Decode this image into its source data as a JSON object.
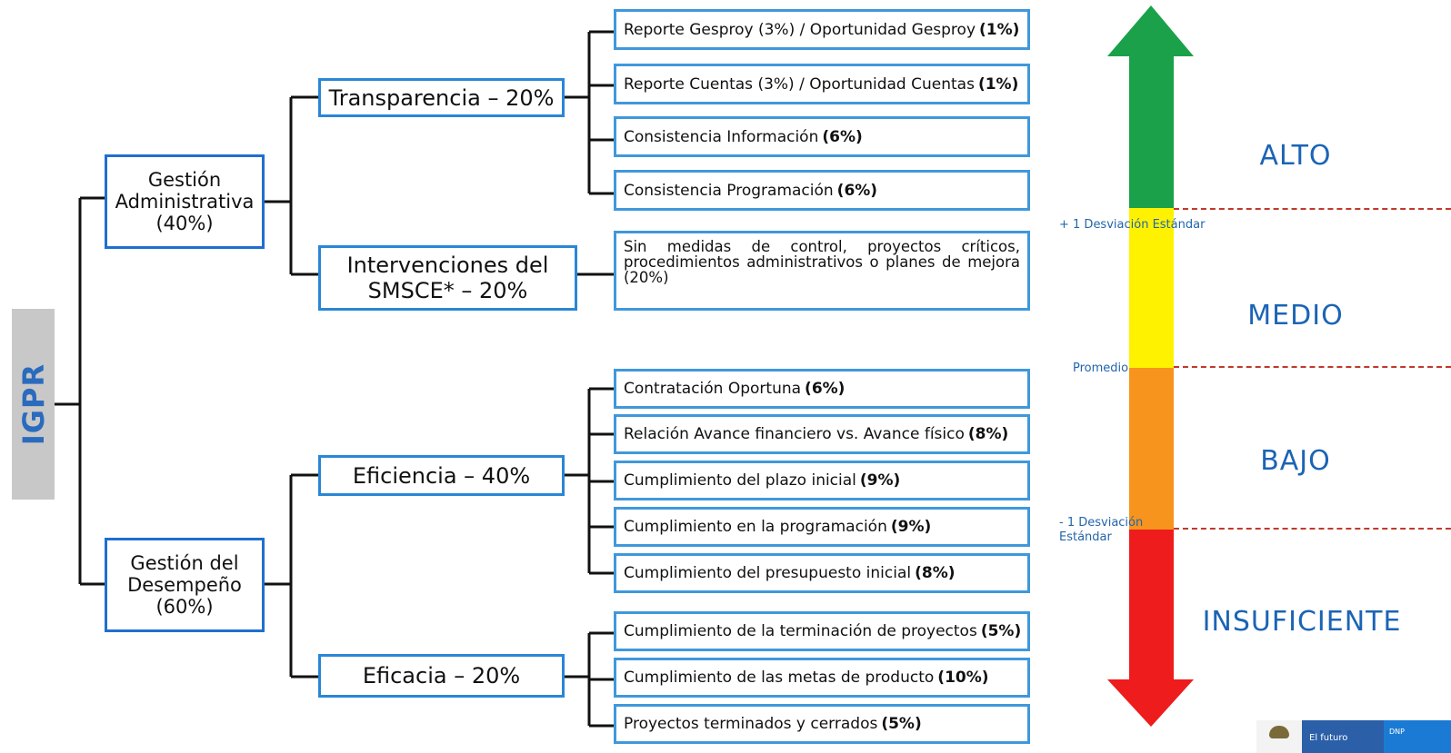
{
  "root": {
    "label": "IGPR"
  },
  "level1": [
    {
      "label": "Gestión\nAdministrativa\n(40%)"
    },
    {
      "label": "Gestión del\nDesempeño\n(60%)"
    }
  ],
  "level2": [
    {
      "label": "Transparencia – 20%"
    },
    {
      "label": "Intervenciones del\nSMSCE* – 20%"
    },
    {
      "label": "Eficiencia – 40%"
    },
    {
      "label": "Eficacia – 20%"
    }
  ],
  "leaves": [
    {
      "text": "Reporte Gesproy (3%)  / Oportunidad Gesproy",
      "bold": "(1%)"
    },
    {
      "text": "Reporte Cuentas (3%) / Oportunidad Cuentas",
      "bold": "(1%)"
    },
    {
      "text": "Consistencia Información",
      "bold": "(6%)"
    },
    {
      "text": "Consistencia Programación",
      "bold": "(6%)"
    },
    {
      "text": "Sin medidas de control, proyectos críticos, procedimientos administrativos o planes de mejora (20%)",
      "bold": ""
    },
    {
      "text": "Contratación Oportuna",
      "bold": "(6%)"
    },
    {
      "text": "Relación Avance financiero vs. Avance físico",
      "bold": "(8%)"
    },
    {
      "text": "Cumplimiento del plazo inicial",
      "bold": "(9%)"
    },
    {
      "text": "Cumplimiento en la programación",
      "bold": "(9%)"
    },
    {
      "text": "Cumplimiento del presupuesto inicial",
      "bold": "(8%)"
    },
    {
      "text": "Cumplimiento de la terminación de proyectos",
      "bold": "(5%)"
    },
    {
      "text": "Cumplimiento de las metas de producto",
      "bold": "(10%)"
    },
    {
      "text": "Proyectos terminados y cerrados",
      "bold": "(5%)"
    }
  ],
  "scale": {
    "levels": [
      "ALTO",
      "MEDIO",
      "BAJO",
      "INSUFICIENTE"
    ],
    "thresholds": [
      "+ 1 Desviación Estándar",
      "Promedio",
      "- 1 Desviación\nEstándar"
    ],
    "colors": {
      "alto": "#1aa14a",
      "medio": "#fff200",
      "bajo": "#f7941d",
      "insuficiente": "#ee1c1c"
    }
  },
  "footer": {
    "logo_text": "El futuro",
    "logo_tag": "DNP"
  }
}
